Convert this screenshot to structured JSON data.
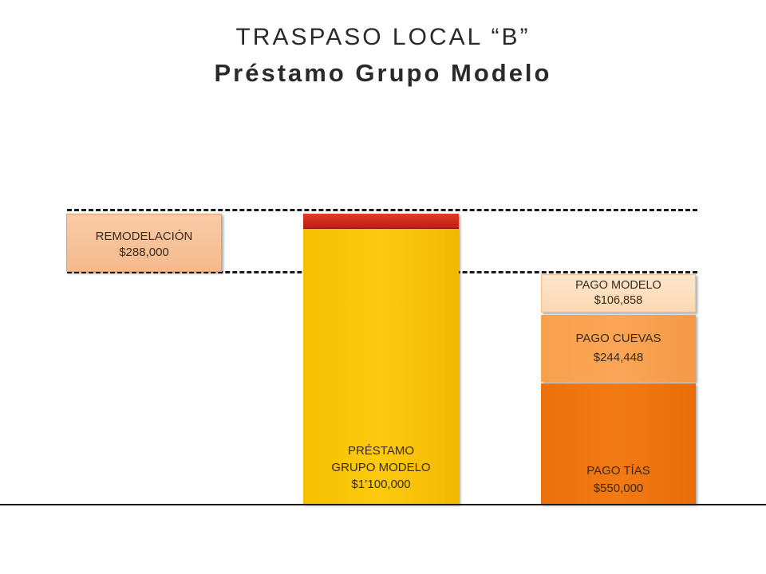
{
  "title": {
    "line1": "TRASPASO LOCAL “B”",
    "line2": "Préstamo Grupo Modelo"
  },
  "blocks": {
    "remodelacion": {
      "label": "REMODELACIÓN",
      "amount": "$288,000"
    },
    "prestamo": {
      "label_line1": "PRÉSTAMO",
      "label_line2": "GRUPO MODELO",
      "amount": "$1’100,000"
    },
    "pago_modelo": {
      "label": "PAGO MODELO",
      "amount": "$106,858"
    },
    "pago_cuevas": {
      "label": "PAGO CUEVAS",
      "amount": "$244,448"
    },
    "pago_tias": {
      "label": "PAGO TÍAS",
      "amount": "$550,000"
    }
  },
  "colors": {
    "remodelacion": "#f7c29a",
    "prestamo": "#fcc60c",
    "prestamo_cap": "#d82a1c",
    "pago_modelo": "#fde0c0",
    "pago_cuevas": "#f9a352",
    "pago_tias": "#f07610"
  }
}
